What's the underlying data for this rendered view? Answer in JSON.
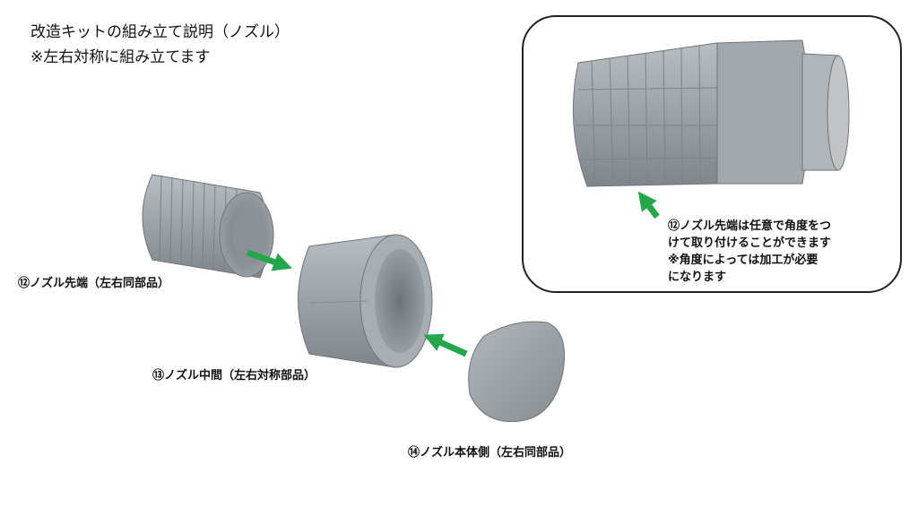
{
  "title": {
    "line1": "改造キットの組み立て説明（ノズル）",
    "line2": "※左右対称に組み立てます"
  },
  "parts": {
    "p12": "⑫ノズル先端（左右同部品）",
    "p13": "⑬ノズル中間（左右対称部品）",
    "p14": "⑭ノズル本体側（左右同部品）"
  },
  "inset": {
    "note": [
      "⑫ノズル先端は任意で角度をつ",
      "けて取り付けることができます",
      "※角度によっては加工が必要",
      "になります"
    ]
  },
  "colors": {
    "part_gray": "#9aa0a5",
    "arrow_green": "#22a84a",
    "border": "#222222"
  }
}
